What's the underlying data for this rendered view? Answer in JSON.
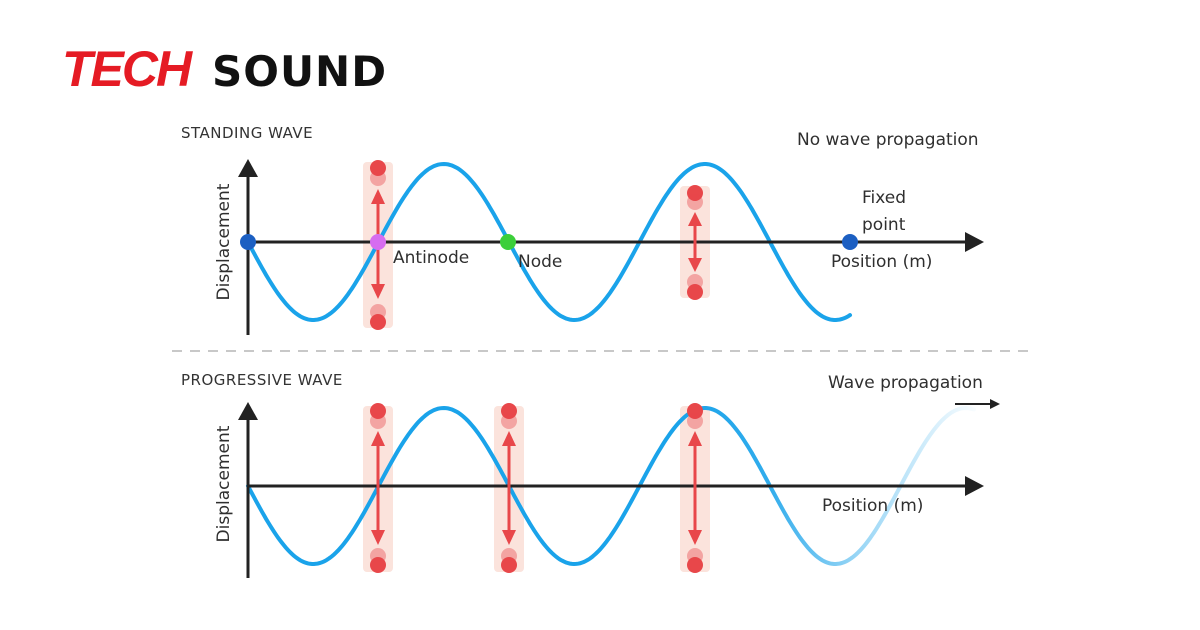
{
  "logo": {
    "part1": "TECH",
    "part2": "SOUND",
    "part1_color": "#e51b24",
    "part2_color": "#111111"
  },
  "standing": {
    "title": "STANDING WAVE",
    "note": "No wave propagation",
    "y_axis_label": "Displacement",
    "x_axis_label": "Position (m)",
    "antinode_label": "Antinode",
    "node_label": "Node",
    "fixed_point_label_1": "Fixed",
    "fixed_point_label_2": "point"
  },
  "progressive": {
    "title": "PROGRESSIVE WAVE",
    "note": "Wave propagation",
    "y_axis_label": "Displacement",
    "x_axis_label": "Position (m)"
  },
  "colors": {
    "wave": "#1aa3ea",
    "axis": "#222222",
    "arrow": "#e8474a",
    "highlight": "#fbe3dc",
    "fixed_point": "#1c5fc2",
    "antinode": "#d66cf0",
    "node": "#3ccf3a",
    "divider": "#c8c8c8"
  }
}
